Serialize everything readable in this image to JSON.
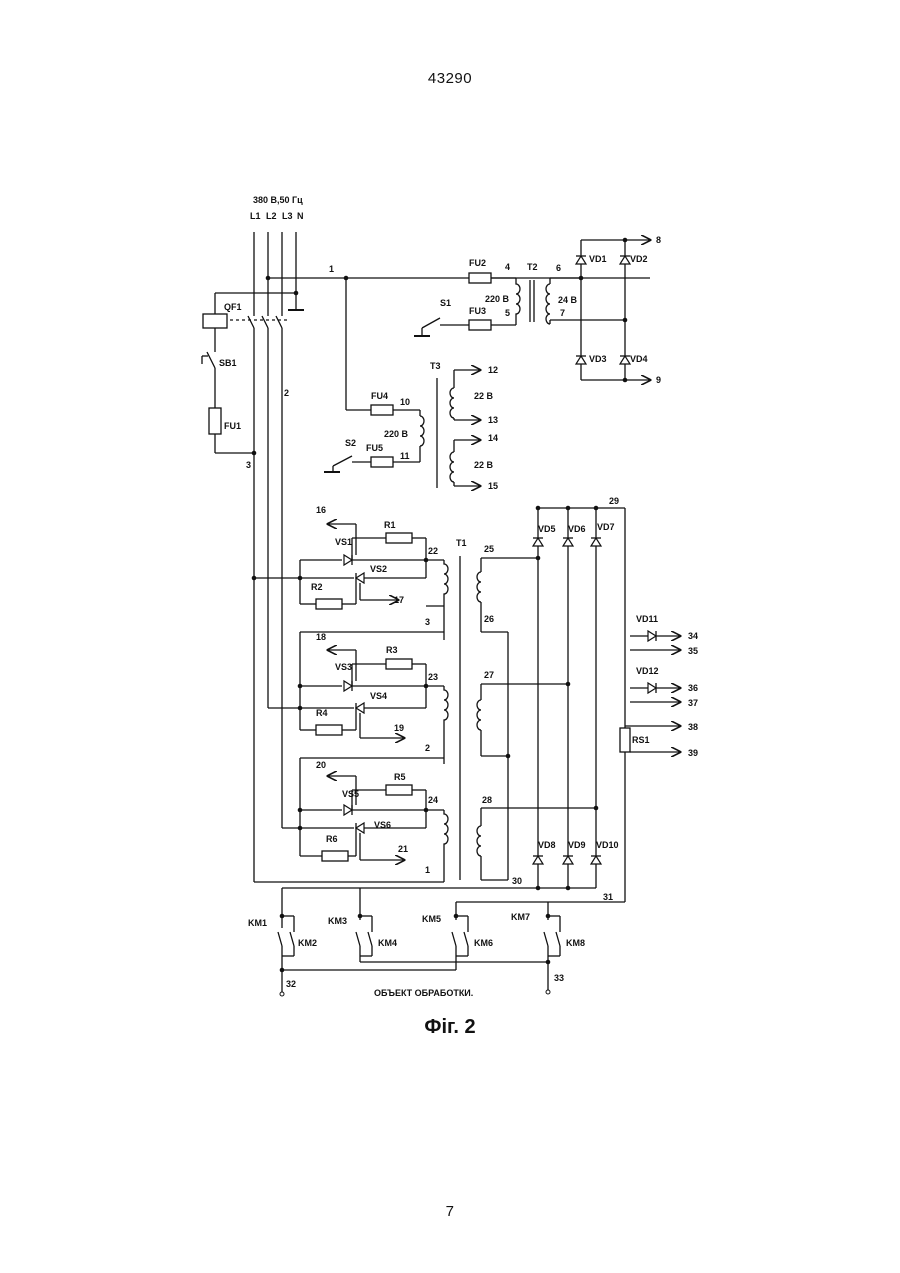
{
  "header": {
    "doc_number": "43290"
  },
  "footer": {
    "page_number": "7"
  },
  "figure": {
    "caption": "Фіг. 2"
  },
  "supply": {
    "voltage": "380 В,50 Гц",
    "phases": [
      "L1",
      "L2",
      "L3",
      "N"
    ]
  },
  "labels": {
    "QF1": "QF1",
    "SB1": "SB1",
    "FU1": "FU1",
    "FU2": "FU2",
    "FU3": "FU3",
    "FU4": "FU4",
    "FU5": "FU5",
    "S1": "S1",
    "S2": "S2",
    "T1": "T1",
    "T2": "T2",
    "T3": "T3",
    "VD1": "VD1",
    "VD2": "VD2",
    "VD3": "VD3",
    "VD4": "VD4",
    "VD5": "VD5",
    "VD6": "VD6",
    "VD7": "VD7",
    "VD8": "VD8",
    "VD9": "VD9",
    "VD10": "VD10",
    "VD11": "VD11",
    "VD12": "VD12",
    "VS1": "VS1",
    "VS2": "VS2",
    "VS3": "VS3",
    "VS4": "VS4",
    "VS5": "VS5",
    "VS6": "VS6",
    "R1": "R1",
    "R2": "R2",
    "R3": "R3",
    "R4": "R4",
    "R5": "R5",
    "R6": "R6",
    "RS1": "RS1",
    "KM1": "KM1",
    "KM2": "KM2",
    "KM3": "KM3",
    "KM4": "KM4",
    "KM5": "KM5",
    "KM6": "KM6",
    "KM7": "KM7",
    "KM8": "KM8",
    "v220a": "220 В",
    "v220b": "220 В",
    "v24": "24 В",
    "v22a": "22 В",
    "v22b": "22 В",
    "object": "ОБЪЕКТ  ОБРАБОТКИ."
  },
  "nodes": {
    "n1": "1",
    "n2": "2",
    "n3": "3",
    "n4": "4",
    "n5": "5",
    "n6": "6",
    "n7": "7",
    "n8": "8",
    "n9": "9",
    "n10": "10",
    "n11": "11",
    "n12": "12",
    "n13": "13",
    "n14": "14",
    "n15": "15",
    "n16": "16",
    "n17": "17",
    "n18": "18",
    "n19": "19",
    "n20": "20",
    "n21": "21",
    "n22": "22",
    "n23": "23",
    "n24": "24",
    "n25": "25",
    "n26": "26",
    "n27": "27",
    "n28": "28",
    "n29": "29",
    "n30": "30",
    "n31": "31",
    "n32": "32",
    "n33": "33",
    "n34": "34",
    "n35": "35",
    "n36": "36",
    "n37": "37",
    "n38": "38",
    "n39": "39",
    "w3": "3",
    "w2": "2",
    "w1": "1"
  }
}
